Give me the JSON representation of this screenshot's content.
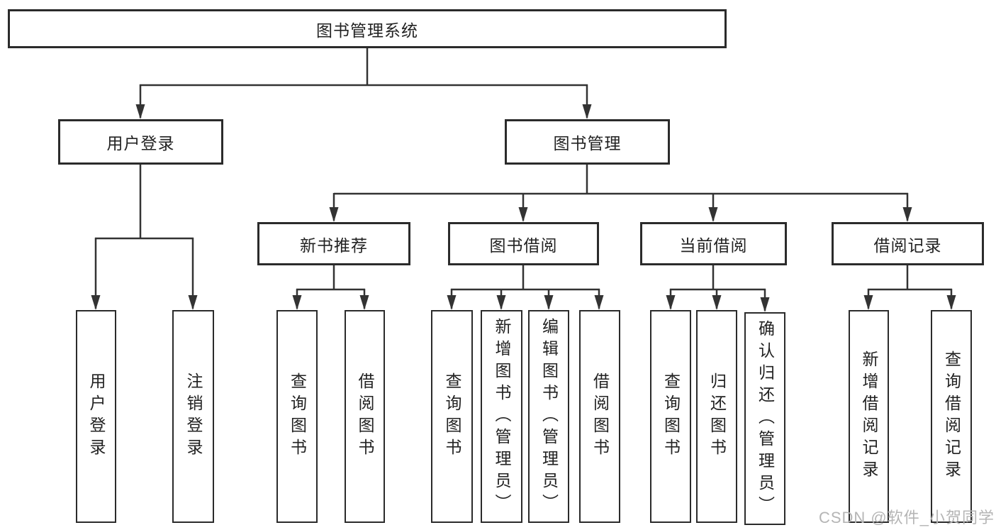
{
  "tree": {
    "root": {
      "label": "图书管理系统"
    },
    "branches": [
      {
        "label": "用户登录",
        "leaves": [
          {
            "label": "用户登录"
          },
          {
            "label": "注销登录"
          }
        ]
      },
      {
        "label": "图书管理",
        "groups": [
          {
            "label": "新书推荐",
            "leaves": [
              {
                "label": "查询图书"
              },
              {
                "label": "借阅图书"
              }
            ]
          },
          {
            "label": "图书借阅",
            "leaves": [
              {
                "label": "查询图书"
              },
              {
                "label": "新增图书（管理员）"
              },
              {
                "label": "编辑图书（管理员）"
              },
              {
                "label": "借阅图书"
              }
            ]
          },
          {
            "label": "当前借阅",
            "leaves": [
              {
                "label": "查询图书"
              },
              {
                "label": "归还图书"
              },
              {
                "label": "确认归还（管理员）"
              }
            ]
          },
          {
            "label": "借阅记录",
            "leaves": [
              {
                "label": "新增借阅记录"
              },
              {
                "label": "查询借阅记录"
              }
            ]
          }
        ]
      }
    ]
  },
  "watermark": {
    "text": "CSDN @软件_小贺同学"
  },
  "colors": {
    "line": "#333333",
    "box_border": "#2b2b2b",
    "text": "#222222",
    "watermark": "#b5b5b5",
    "background": "#ffffff"
  }
}
